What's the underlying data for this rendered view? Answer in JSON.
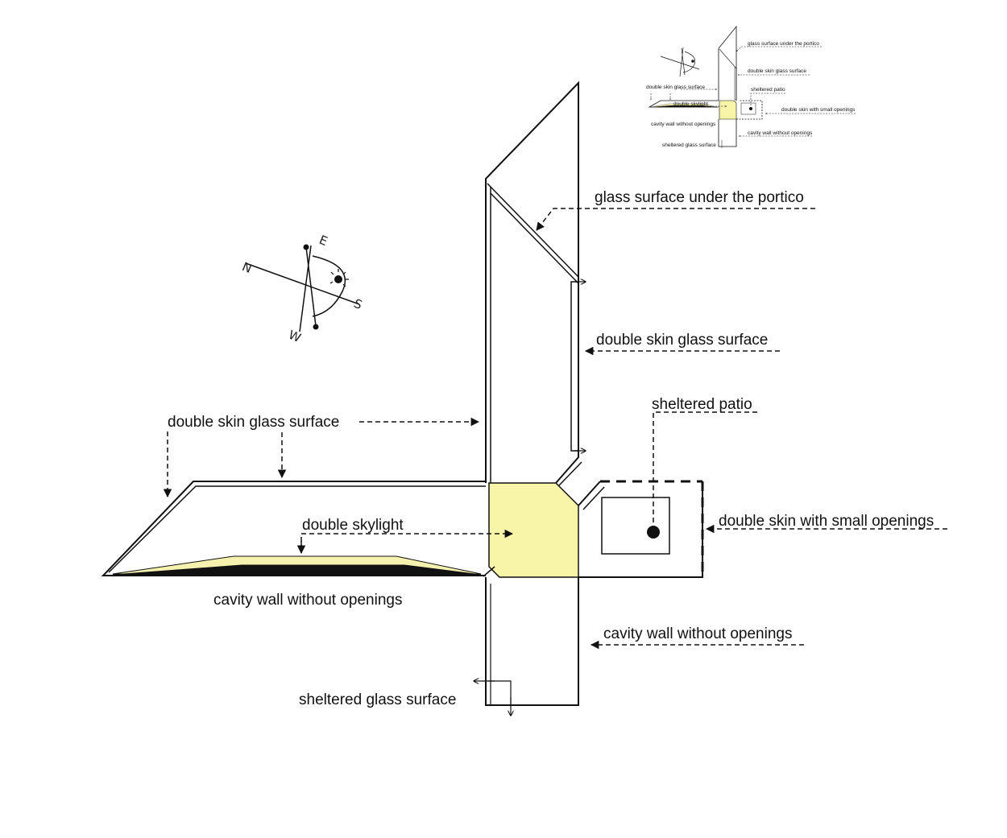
{
  "labels": {
    "glass_portico": "glass surface under the portico",
    "double_skin_glass_right": "double skin glass surface",
    "double_skin_glass_left": "double skin glass surface",
    "sheltered_patio": "sheltered patio",
    "double_skylight": "double skylight",
    "double_skin_small_openings": "double skin with small openings",
    "cavity_wall_left": "cavity wall without openings",
    "cavity_wall_right": "cavity wall without openings",
    "sheltered_glass": "sheltered glass surface"
  },
  "compass": {
    "n": "N",
    "e": "E",
    "s": "S",
    "w": "W"
  },
  "colors": {
    "highlight": "#f9f5a8",
    "skylight": "#f6f1ae",
    "line": "#111111"
  }
}
